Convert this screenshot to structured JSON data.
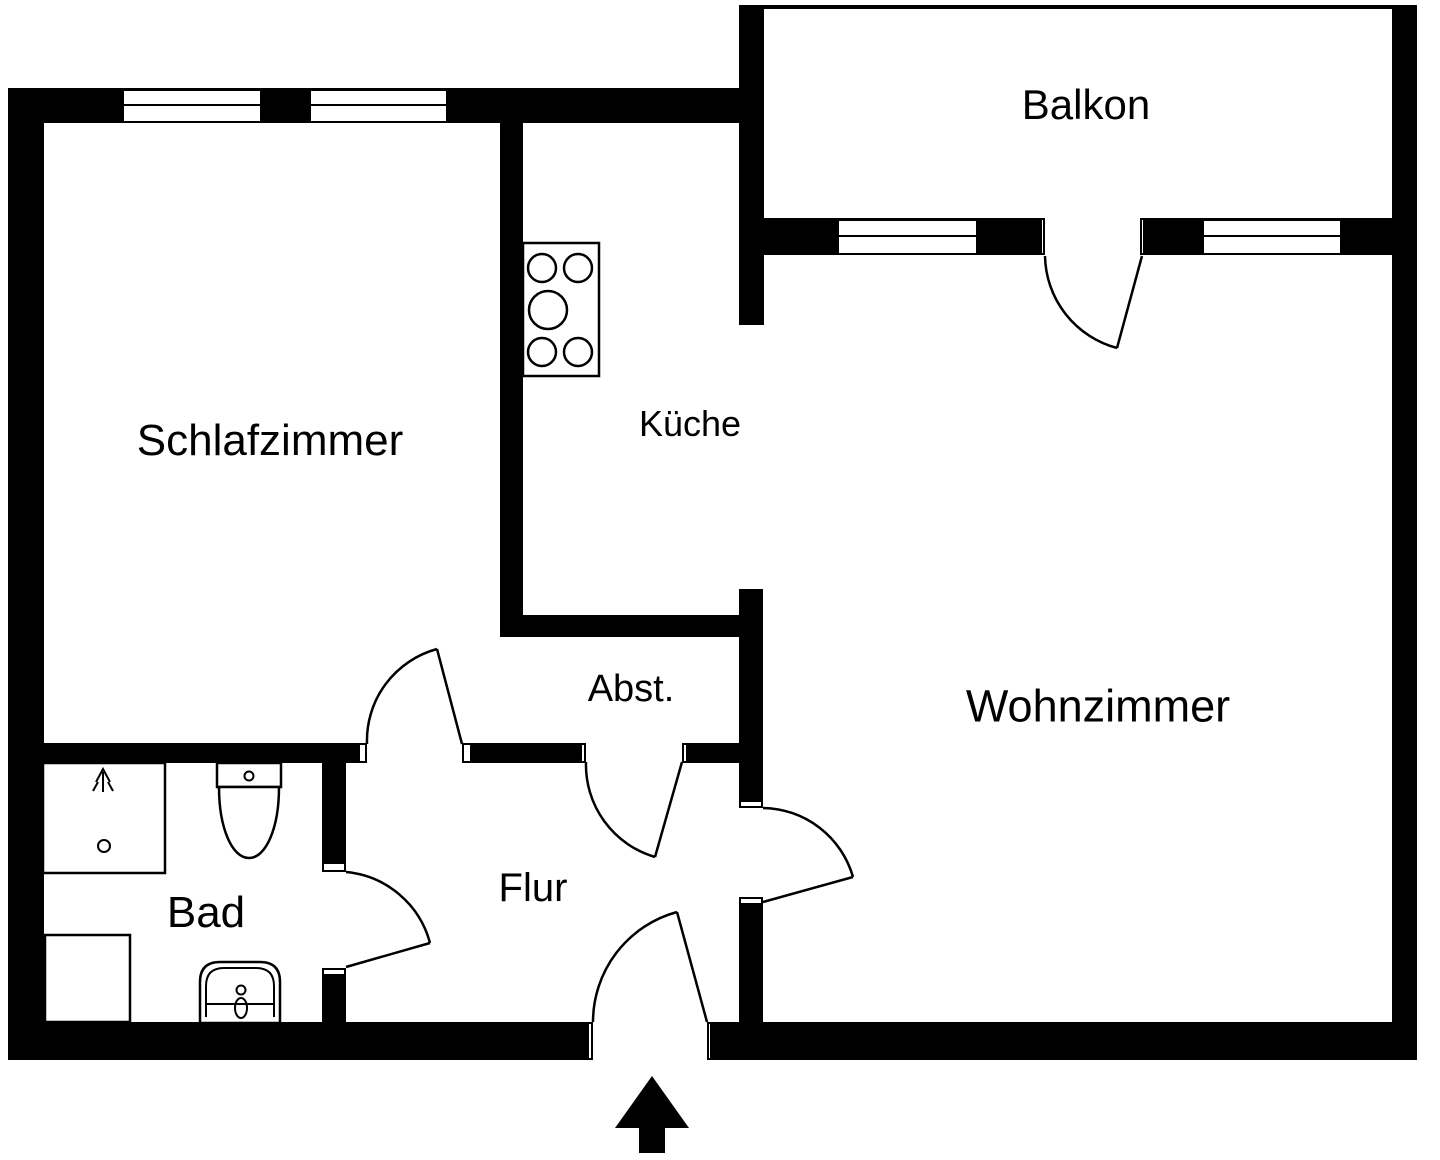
{
  "plan": {
    "type": "apartment-floor-plan",
    "colors": {
      "wall": "#000000",
      "background": "#ffffff",
      "line": "#000000"
    }
  },
  "rooms": [
    {
      "label": "Schlafzimmer"
    },
    {
      "label": "Küche"
    },
    {
      "label": "Balkon"
    },
    {
      "label": "Wohnzimmer"
    },
    {
      "label": "Abst."
    },
    {
      "label": "Bad"
    },
    {
      "label": "Flur"
    }
  ],
  "fixtures": [
    {
      "name": "stove-icon"
    },
    {
      "name": "toilet-icon"
    },
    {
      "name": "shower-icon"
    },
    {
      "name": "washing-machine-icon"
    },
    {
      "name": "sink-icon"
    },
    {
      "name": "entrance-arrow-icon"
    }
  ],
  "doors": [
    {
      "name": "balcony-door"
    },
    {
      "name": "schlafzimmer-door"
    },
    {
      "name": "abstellraum-door"
    },
    {
      "name": "wohnzimmer-door"
    },
    {
      "name": "bad-door"
    },
    {
      "name": "entrance-door"
    }
  ],
  "windows": {
    "top_wall_count": 2,
    "balcony_wall_count": 2
  }
}
